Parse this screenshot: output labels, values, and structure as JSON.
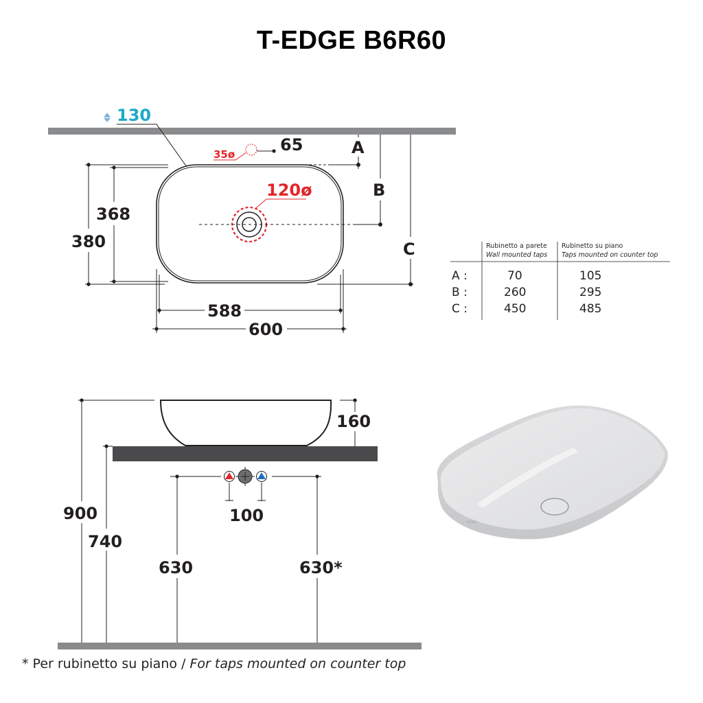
{
  "title": "T-EDGE B6R60",
  "top_view": {
    "adjustable_height_label": "130",
    "overflow_hole_label": "35ø",
    "overflow_distance_label": "65",
    "drain_label": "120ø",
    "inner_depth_label": "368",
    "outer_depth_label": "380",
    "inner_width_label": "588",
    "outer_width_label": "600",
    "tap_distance_labels": [
      "A",
      "B",
      "C"
    ]
  },
  "tap_table": {
    "columns": [
      {
        "label_it": "Rubinetto a parete",
        "label_en": "Wall mounted taps"
      },
      {
        "label_it": "Rubinetto su piano",
        "label_en": "Taps mounted on counter top"
      }
    ],
    "rows": [
      {
        "key": "A :",
        "wall": "70",
        "counter": "105"
      },
      {
        "key": "B :",
        "wall": "260",
        "counter": "295"
      },
      {
        "key": "C :",
        "wall": "450",
        "counter": "485"
      }
    ]
  },
  "side_view": {
    "basin_height_label": "160",
    "total_height_label": "900",
    "counter_height_label": "740",
    "tap_spacing_label": "100",
    "left_supply_label": "630",
    "right_supply_label": "630*"
  },
  "colors": {
    "accent_blue": "#1fa9c9",
    "accent_red": "#e2262b",
    "wall_gray": "#8a8b8d",
    "counter_dark": "#4b4b4d"
  },
  "footnote": {
    "it": "* Per rubinetto su piano / ",
    "en": "For taps mounted on counter top"
  }
}
